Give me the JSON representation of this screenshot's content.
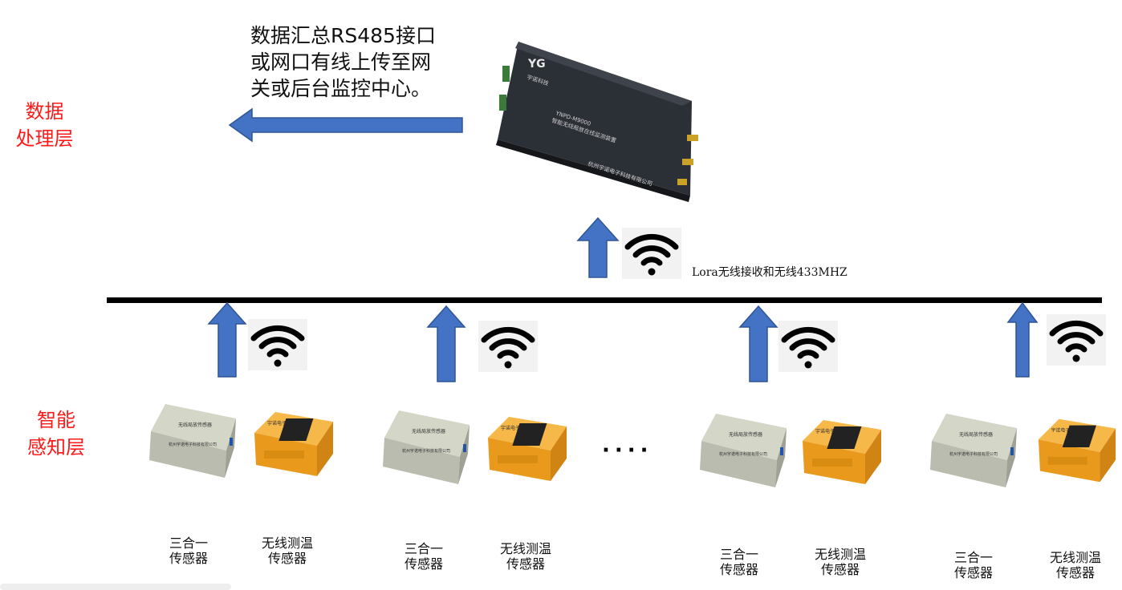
{
  "layers": {
    "processing": [
      "数据",
      "处理层"
    ],
    "perception": [
      "智能",
      "感知层"
    ]
  },
  "upload_note": [
    "数据汇总RS485接口",
    "或网口有线上传至网",
    "关或后台监控中心。"
  ],
  "wireless_note": "Lora无线接收和无线433MHZ",
  "gateway": {
    "model": "YNPD-M9000",
    "name": "智能无线局放在线监测装置",
    "company": "杭州宇诺电子科技有限公司",
    "brand": "宇诺科技"
  },
  "sensor_box": {
    "name": "无线局放传感器",
    "company": "杭州宇诺电子科技有限公司"
  },
  "temp_sensor": {
    "tag": "宇诺电子"
  },
  "groups": [
    {
      "label_a": "三合一\n传感器",
      "label_b": "无线测温\n传感器"
    },
    {
      "label_a": "三合一\n传感器",
      "label_b": "无线测温\n传感器"
    },
    {
      "label_a": "三合一\n传感器",
      "label_b": "无线测温\n传感器"
    },
    {
      "label_a": "三合一\n传感器",
      "label_b": "无线测温\n传感器"
    }
  ],
  "ellipsis": "····",
  "colors": {
    "arrow": "#4472c4",
    "arrow_edge": "#2f5597",
    "layer_label": "#ff1a1a",
    "bus": "#000000",
    "orange": "#f5a623"
  },
  "icons": [
    "wifi-icon",
    "arrow-up-icon",
    "arrow-left-icon"
  ]
}
